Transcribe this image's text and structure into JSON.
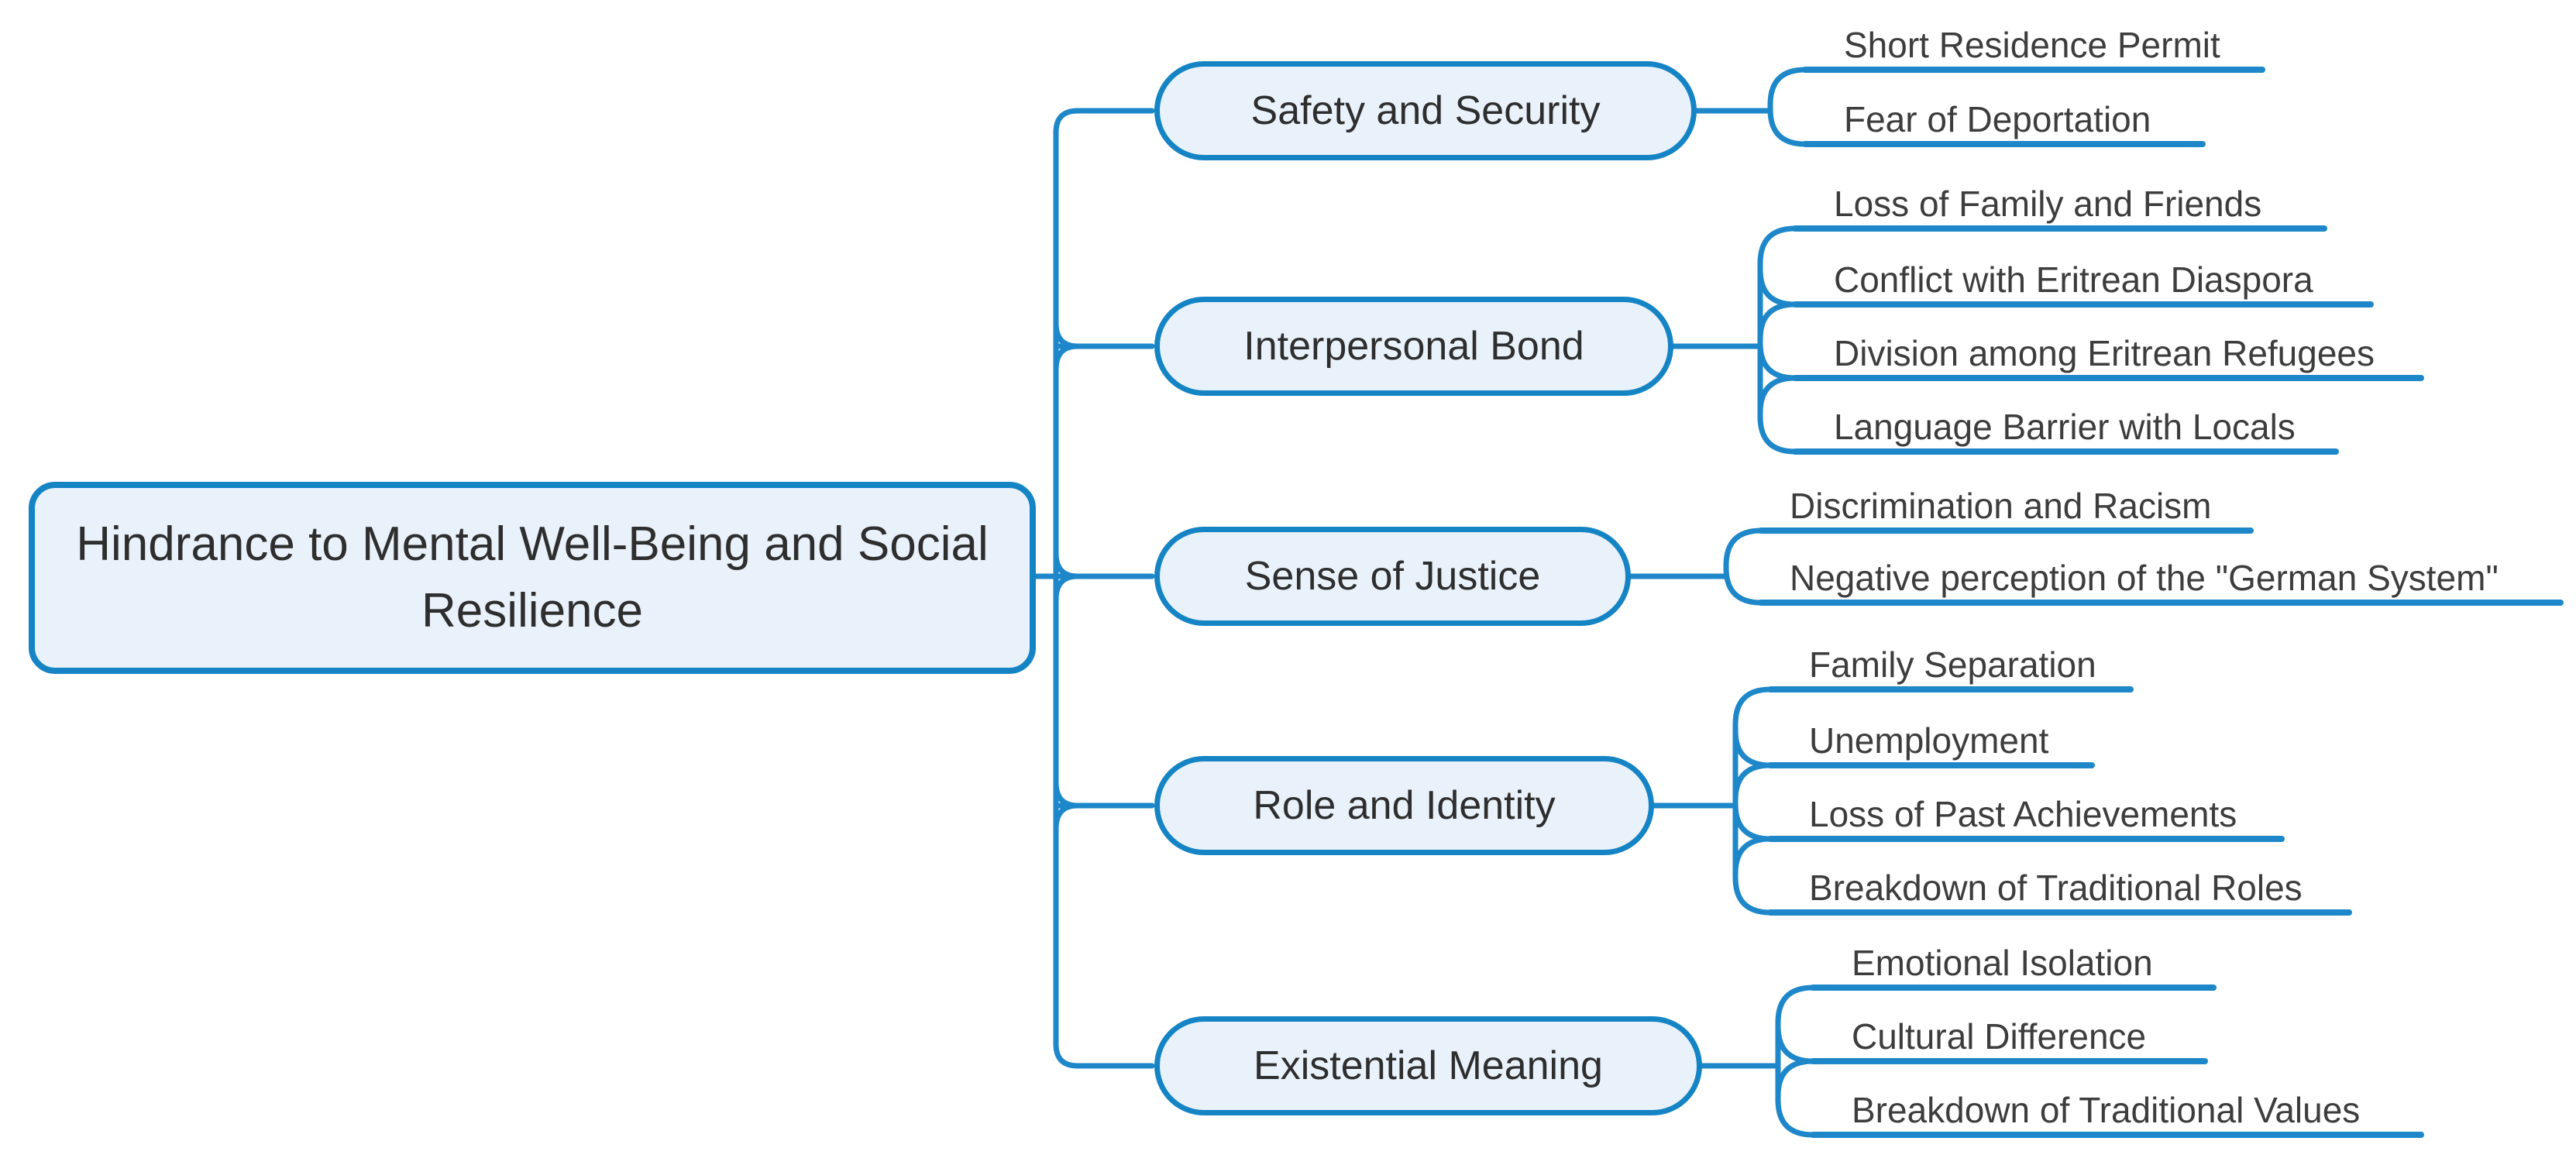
{
  "figure": {
    "root": {
      "label": "Hindrance to Mental Well-Being and Social Resilience"
    },
    "branches": [
      {
        "label": "Safety and Security",
        "children": [
          "Short Residence Permit",
          "Fear of Deportation"
        ]
      },
      {
        "label": "Interpersonal Bond",
        "children": [
          "Loss of Family and Friends",
          "Conflict with Eritrean Diaspora",
          "Division among Eritrean Refugees",
          "Language Barrier with Locals"
        ]
      },
      {
        "label": "Sense of Justice",
        "children": [
          "Discrimination and Racism",
          "Negative perception of the \"German System\""
        ]
      },
      {
        "label": "Role and Identity",
        "children": [
          "Family Separation",
          "Unemployment",
          "Loss of Past Achievements",
          "Breakdown of Traditional Roles"
        ]
      },
      {
        "label": "Existential Meaning",
        "children": [
          "Emotional Isolation",
          "Cultural Difference",
          "Breakdown of Traditional Values"
        ]
      }
    ],
    "colors": {
      "line": "#1d87c9",
      "node_fill": "#e9f1fa",
      "node_border": "#1584c5",
      "text": "#2e2e2e",
      "child_text": "#3d3d3d",
      "background": "#ffffff"
    }
  }
}
